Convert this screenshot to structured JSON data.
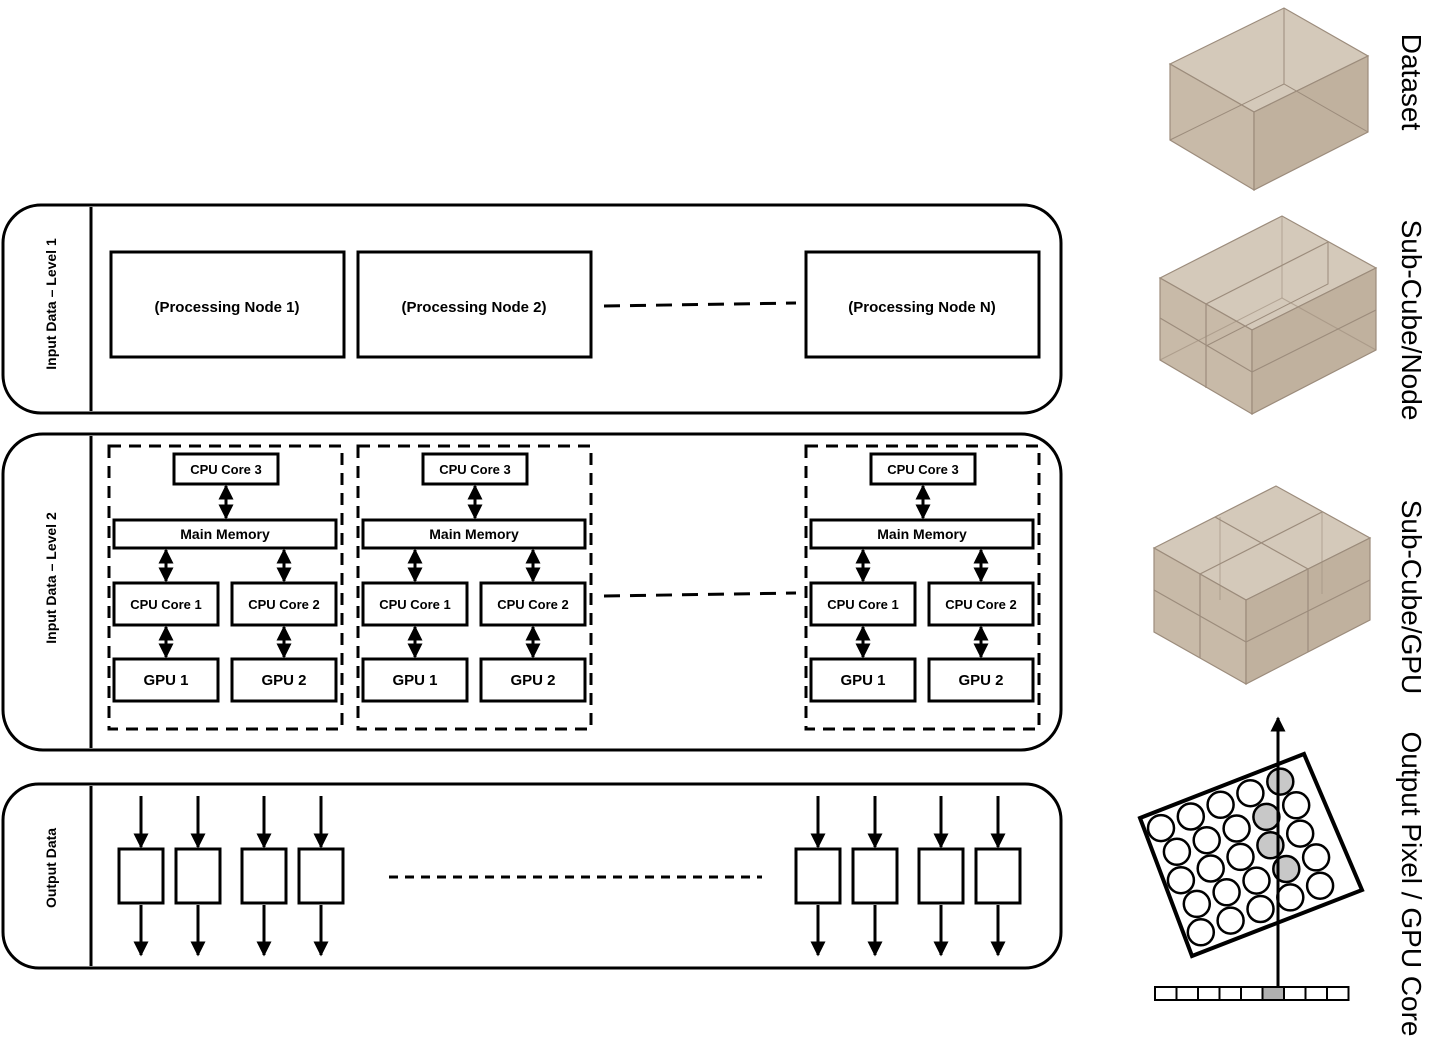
{
  "levels": {
    "level1": "Input Data – Level 1",
    "level2": "Input Data – Level 2",
    "output": "Output Data"
  },
  "processing_nodes": [
    "(Processing Node 1)",
    "(Processing Node 2)",
    "(Processing Node N)"
  ],
  "node_components": {
    "cpu_core_3": "CPU Core 3",
    "main_memory": "Main Memory",
    "cpu_core_1": "CPU Core 1",
    "cpu_core_2": "CPU Core 2",
    "gpu_1": "GPU 1",
    "gpu_2": "GPU 2"
  },
  "right_labels": {
    "dataset": "Dataset",
    "subcube_node": "Sub-Cube/Node",
    "subcube_gpu": "Sub-Cube/GPU",
    "output_pixel": "Output Pixel / GPU Core"
  },
  "colors": {
    "cube_fill": "#c8b8a4",
    "cube_edge": "#a09080",
    "highlight": "#c8c8c8"
  }
}
